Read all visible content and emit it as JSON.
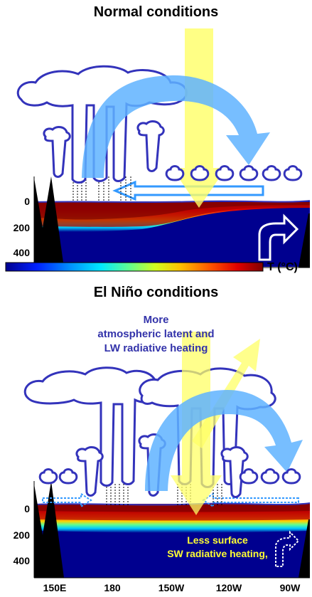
{
  "panels": {
    "normal": {
      "title": "Normal conditions"
    },
    "el_nino": {
      "title": "El Niño conditions",
      "annotation_atmos": [
        "More",
        "atmospheric latent and",
        "LW radiative heating"
      ],
      "annotation_surface": [
        "Less surface",
        "SW radiative heating,"
      ]
    }
  },
  "depth_ticks": [
    "0",
    "200",
    "400"
  ],
  "longitude_ticks": [
    "150E",
    "180",
    "150W",
    "120W",
    "90W"
  ],
  "colorbar": {
    "label": "T (°C)",
    "colors": [
      "#00008f",
      "#0020ff",
      "#0090ff",
      "#00e8ff",
      "#60ff90",
      "#d0ff20",
      "#ffc000",
      "#ff5000",
      "#e00000",
      "#800000"
    ]
  },
  "colors": {
    "cloud_outline": "#3333bb",
    "circulation_arrow": "#5fb3ff",
    "sunlight_arrow": "#ffff66",
    "ocean_cold": "#00008f",
    "ocean_warm": "#c00000",
    "land": "#000000"
  }
}
